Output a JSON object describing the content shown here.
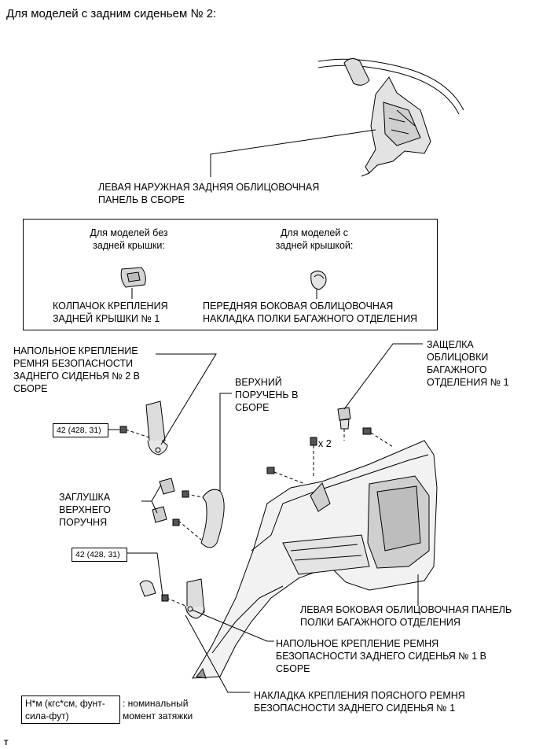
{
  "heading": "Для моделей с задним сиденьем № 2:",
  "labels": {
    "upper_trim_panel": "ЛЕВАЯ НАРУЖНАЯ ЗАДНЯЯ ОБЛИЦОВОЧНАЯ\nПАНЕЛЬ В СБОРЕ",
    "variant_without_cover": "Для моделей без\nзадней крышки:",
    "variant_with_cover": "Для моделей с\nзадней крышкой:",
    "cover_cap": "КОЛПАЧОК КРЕПЛЕНИЯ\nЗАДНЕЙ КРЫШКИ № 1",
    "front_side_trim": "ПЕРЕДНЯЯ БОКОВАЯ ОБЛИЦОВОЧНАЯ\nНАКЛАДКА ПОЛКИ БАГАЖНОГО ОТДЕЛЕНИЯ",
    "seat2_belt_anchor": "НАПОЛЬНОЕ КРЕПЛЕНИЕ\nРЕМНЯ БЕЗОПАСНОСТИ\nЗАДНЕГО СИДЕНЬЯ № 2 В\nСБОРЕ",
    "upper_handle": "ВЕРХНИЙ\nПОРУЧЕНЬ В\nСБОРЕ",
    "trim_clip": "ЗАЩЕЛКА\nОБЛИЦОВКИ\nБАГАЖНОГО\nОТДЕЛЕНИЯ № 1",
    "handle_plug": "ЗАГЛУШКА\nВЕРХНЕГО\nПОРУЧНЯ",
    "side_trim_panel": "ЛЕВАЯ БОКОВАЯ ОБЛИЦОВОЧНАЯ ПАНЕЛЬ\nПОЛКИ БАГАЖНОГО ОТДЕЛЕНИЯ",
    "seat1_belt_anchor": "НАПОЛЬНОЕ КРЕПЛЕНИЕ РЕМНЯ\nБЕЗОПАСНОСТИ ЗАДНЕГО СИДЕНЬЯ № 1 В\nСБОРЕ",
    "lap_belt_cover": "НАКЛАДКА КРЕПЛЕНИЯ ПОЯСНОГО РЕМНЯ\nБЕЗОПАСНОСТИ ЗАДНЕГО СИДЕНЬЯ № 1",
    "quantity_x2": "x 2",
    "corner_mark": "T"
  },
  "torque": {
    "value_1": "42 (428, 31)",
    "value_2": "42 (428, 31)"
  },
  "legend": {
    "units": "Н*м (кгс*см, фунт-\nсила-фут)",
    "meaning": ": номинальный\nмомент затяжки"
  }
}
